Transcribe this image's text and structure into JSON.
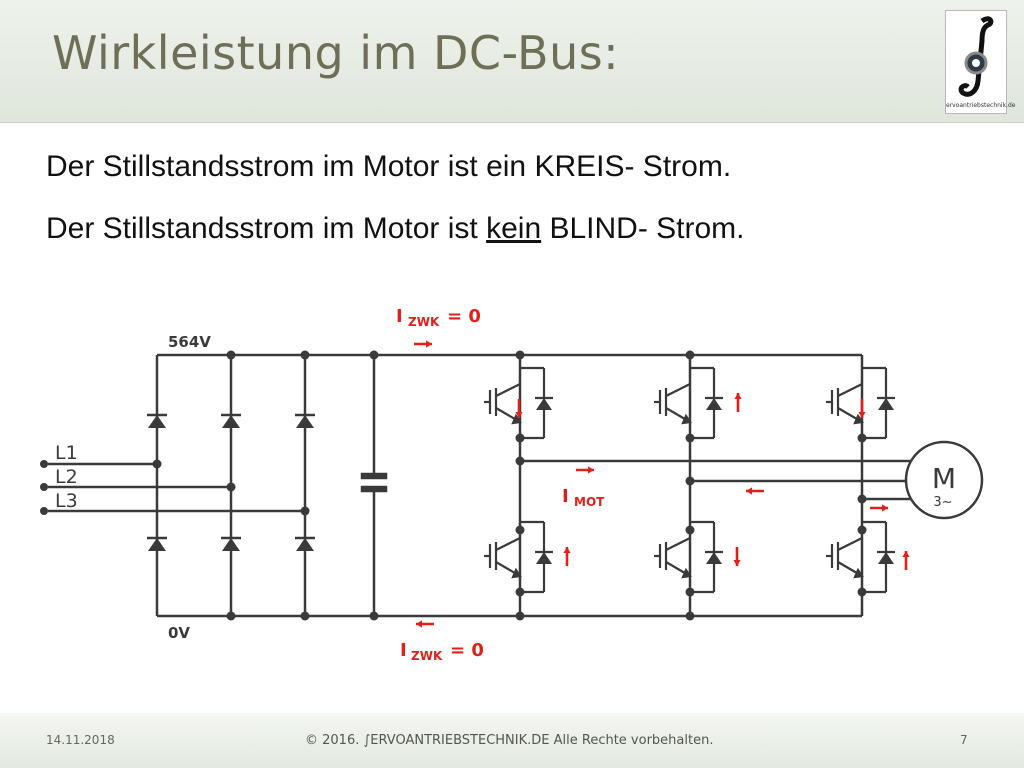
{
  "slide": {
    "title": "Wirkleistung im DC-Bus:",
    "line1": "Der Stillstandsstrom im Motor ist ein KREIS- Strom.",
    "line2_before": "Der Stillstandsstrom im Motor ist ",
    "line2_underlined": "kein",
    "line2_after": " BLIND- Strom.",
    "logo_text": "ervoantriebstechnik.de"
  },
  "circuit": {
    "v_top": "564V",
    "v_bottom": "0V",
    "phases": [
      "L1",
      "L2",
      "L3"
    ],
    "izwk_top": {
      "I": "I",
      "sub": "ZWK",
      "eq": "= 0"
    },
    "izwk_bottom": {
      "I": "I",
      "sub": "ZWK",
      "eq": "= 0"
    },
    "imot": {
      "I": "I",
      "sub": "MOT"
    },
    "motor": {
      "symbol": "M",
      "sub": "3~"
    },
    "colors": {
      "wire": "#3a3a3a",
      "arrow": "#e0201a"
    }
  },
  "footer": {
    "date": "14.11.2018",
    "copyright": "© 2016.  ∫ERVOANTRIEBSTECHNIK.DE   Alle Rechte vorbehalten.",
    "page": "7"
  }
}
